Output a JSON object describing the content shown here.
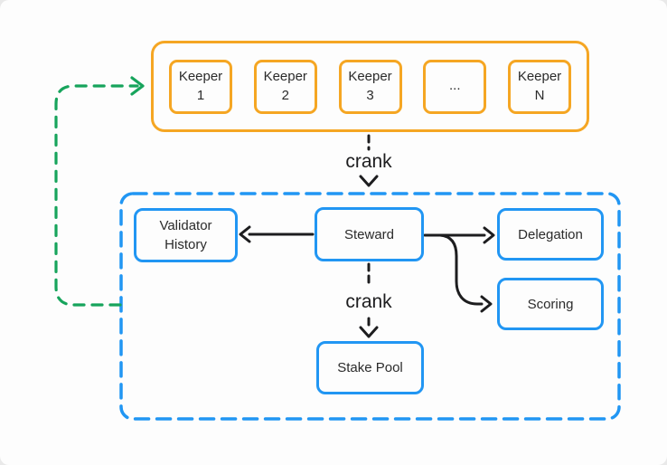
{
  "colors": {
    "orange": "#F5A623",
    "blue": "#2196F3",
    "green": "#17A45C",
    "arrow_black": "#1D1D1F",
    "background": "#FDFDFD"
  },
  "keeper_cluster": {
    "items": [
      {
        "line1": "Keeper",
        "line2": "1"
      },
      {
        "line1": "Keeper",
        "line2": "2"
      },
      {
        "line1": "Keeper",
        "line2": "3"
      },
      {
        "line1": "...",
        "line2": ""
      },
      {
        "line1": "Keeper",
        "line2": "N"
      }
    ]
  },
  "labels": {
    "crank_top": "crank",
    "crank_bottom": "crank"
  },
  "steward_cluster": {
    "nodes": {
      "validator_history": {
        "line1": "Validator",
        "line2": "History"
      },
      "steward": {
        "label": "Steward"
      },
      "delegation": {
        "label": "Delegation"
      },
      "scoring": {
        "label": "Scoring"
      },
      "stake_pool": {
        "label": "Stake Pool"
      }
    }
  }
}
